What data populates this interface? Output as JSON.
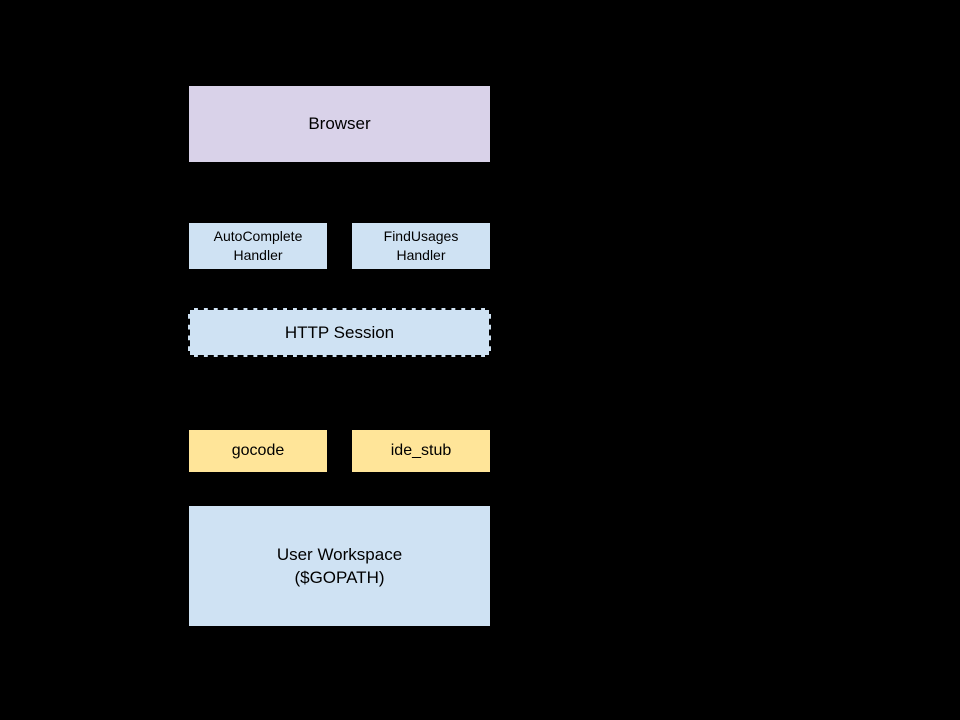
{
  "diagram": {
    "background_color": "#000000",
    "text_color": "#000000",
    "colors": {
      "browser_fill": "#d9d2e9",
      "handler_fill": "#cfe2f3",
      "session_fill": "#cfe2f3",
      "tool_fill": "#ffe599",
      "workspace_fill": "#cfe2f3"
    },
    "nodes": {
      "browser": {
        "label": "Browser"
      },
      "autocomplete_handler": {
        "line1": "AutoComplete",
        "line2": "Handler"
      },
      "findusages_handler": {
        "line1": "FindUsages",
        "line2": "Handler"
      },
      "http_session": {
        "label": "HTTP Session",
        "border_style": "dashed"
      },
      "gocode": {
        "label": "gocode"
      },
      "ide_stub": {
        "label": "ide_stub"
      },
      "user_workspace": {
        "line1": "User Workspace",
        "line2": "($GOPATH)"
      }
    }
  }
}
